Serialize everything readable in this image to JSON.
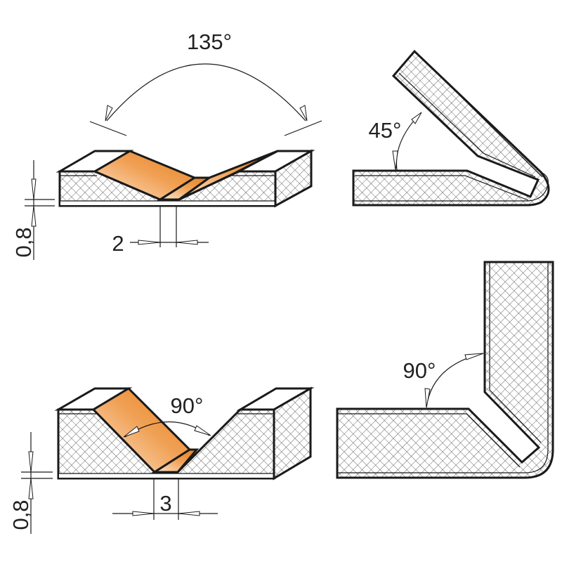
{
  "colors": {
    "cut_face": "#e8801e",
    "outline": "#1a1a1a",
    "core_hatch": "#555555"
  },
  "panels": [
    {
      "angle_label": "135°",
      "width_label": "2",
      "thickness_label": "0,8"
    },
    {
      "angle_label": "45°"
    },
    {
      "angle_label": "90°",
      "width_label": "3",
      "thickness_label": "0,8"
    },
    {
      "angle_label": "90°"
    }
  ]
}
